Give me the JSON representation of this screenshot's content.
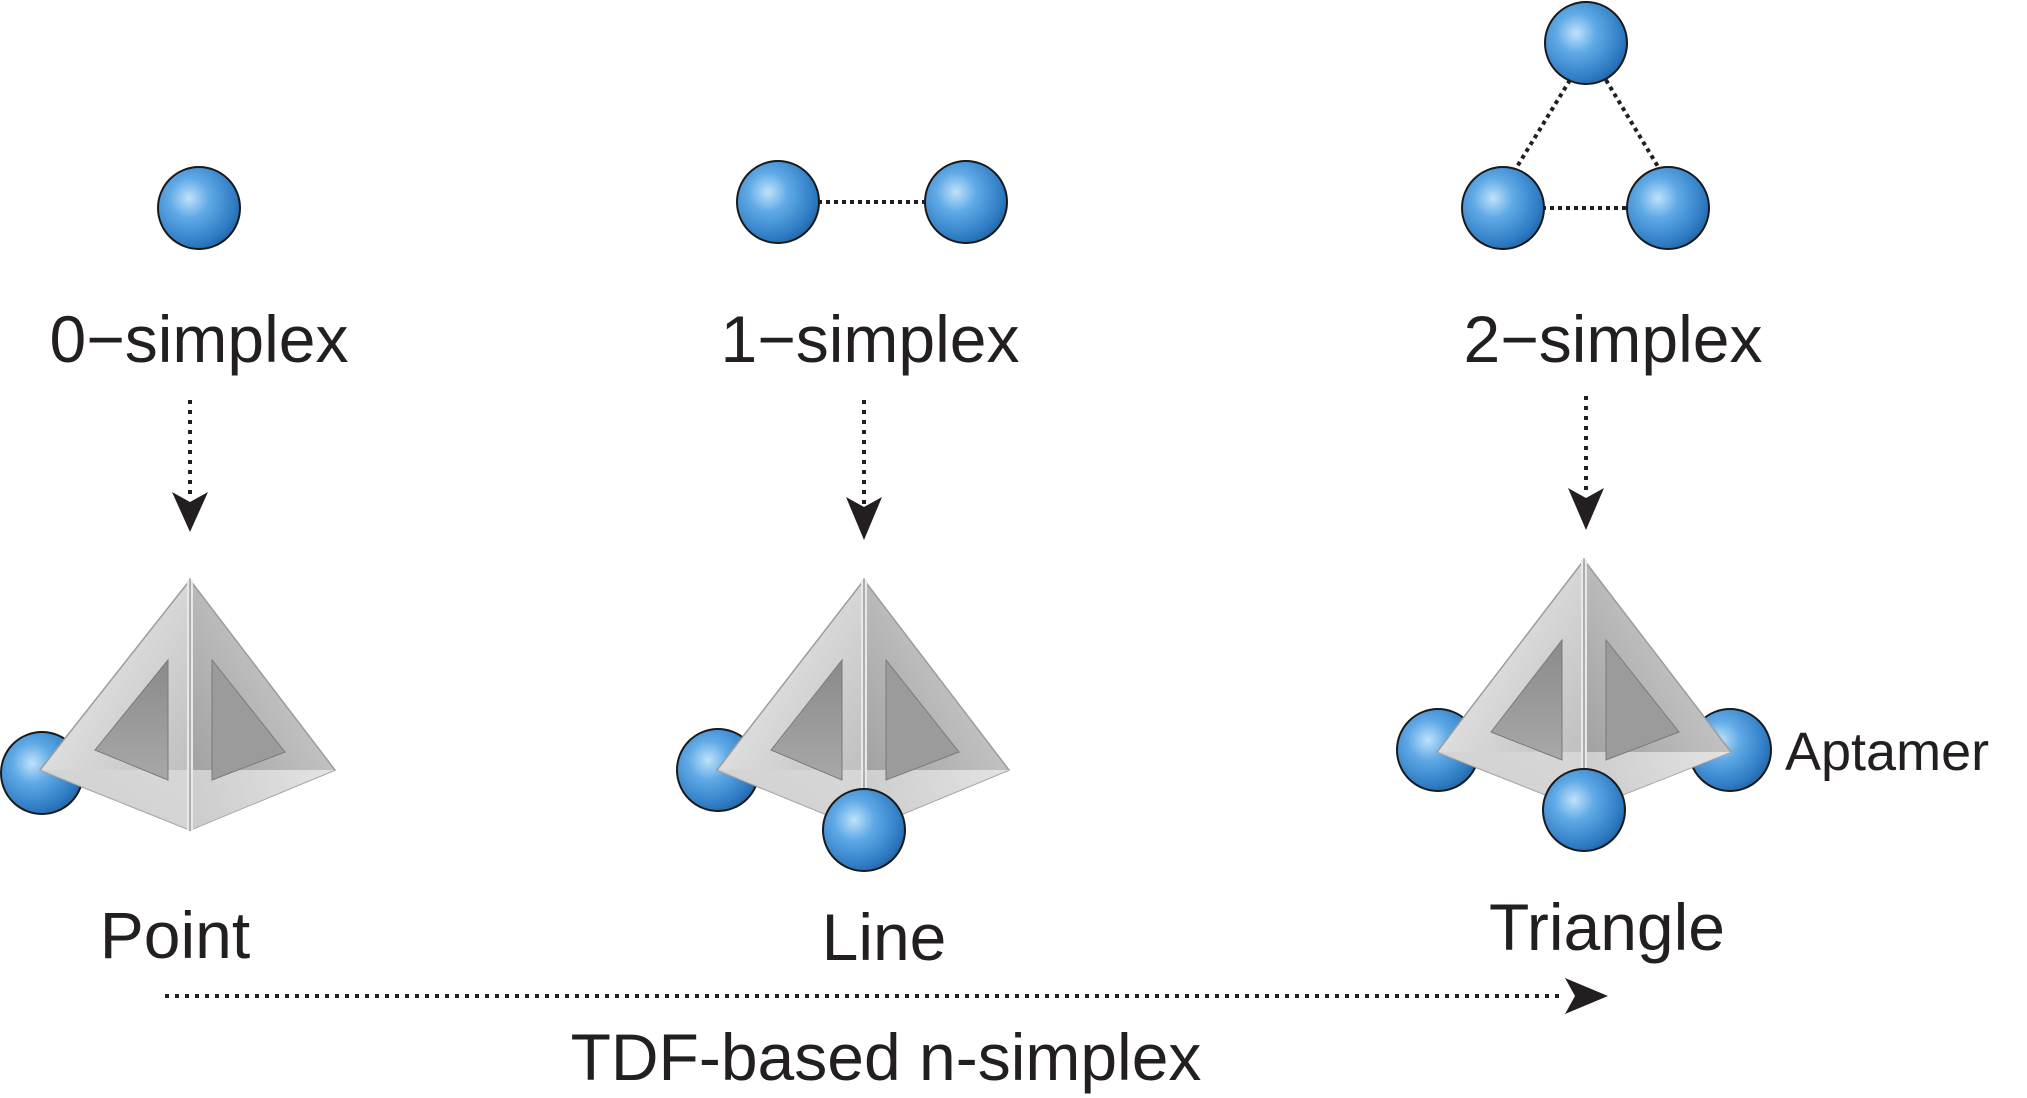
{
  "simplices": [
    {
      "label": "0−simplex",
      "shape_label": "Point",
      "vertex_count": 1
    },
    {
      "label": "1−simplex",
      "shape_label": "Line",
      "vertex_count": 2
    },
    {
      "label": "2−simplex",
      "shape_label": "Triangle",
      "vertex_count": 3
    }
  ],
  "aptamer_label": "Aptamer",
  "axis_label": "TDF-based n-simplex",
  "colors": {
    "sphere_highlight": "#9fd0f5",
    "sphere_mid": "#3d8fd6",
    "sphere_edge": "#1e5f9e",
    "sphere_outline": "#1a1a1a",
    "ink": "#231f20",
    "tetra_light": "#ececec",
    "tetra_mid": "#c4c4c4",
    "tetra_dark": "#8e8e8e"
  }
}
